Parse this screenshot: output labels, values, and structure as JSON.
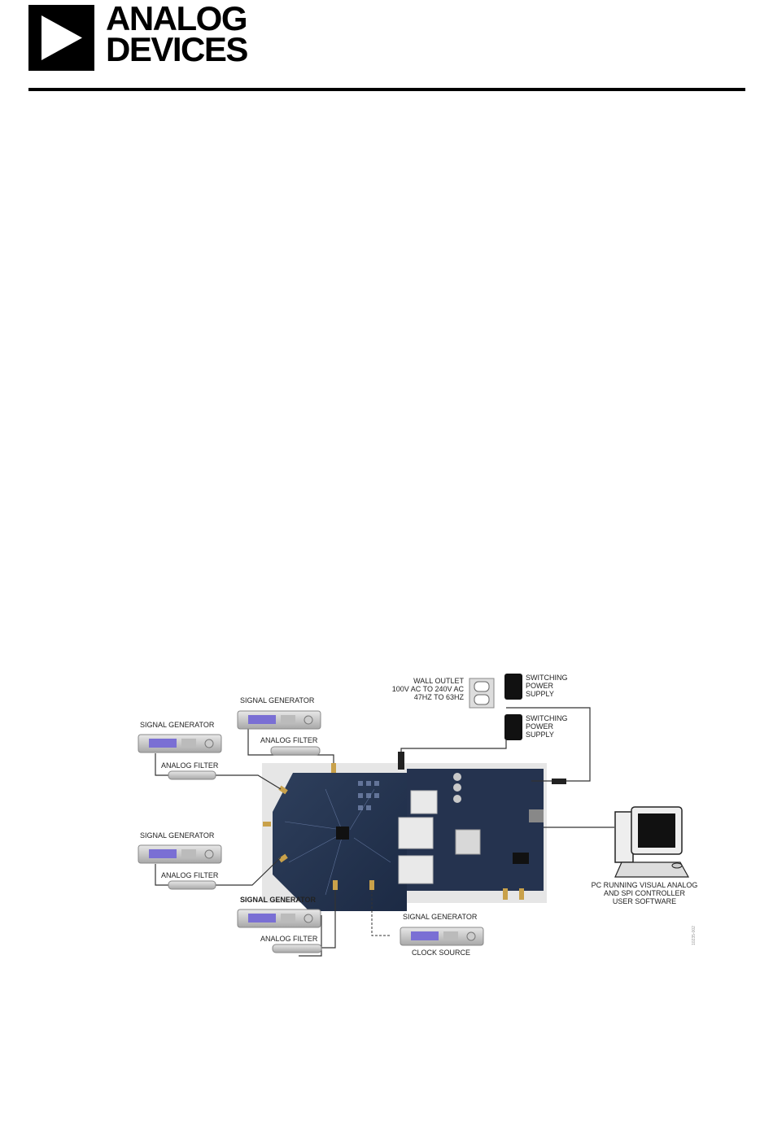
{
  "header": {
    "brand_line1": "ANALOG",
    "brand_line2": "DEVICES"
  },
  "figure": {
    "labels": {
      "wall_outlet": [
        "WALL OUTLET",
        "100V AC TO 240V AC",
        "47Hz TO 63Hz"
      ],
      "psu1": [
        "SWITCHING",
        "POWER",
        "SUPPLY"
      ],
      "psu2": [
        "SWITCHING",
        "POWER",
        "SUPPLY"
      ],
      "sg_top_mid": "SIGNAL GENERATOR",
      "af_top_mid": "ANALOG FILTER",
      "sg_top_left": "SIGNAL GENERATOR",
      "af_top_left": "ANALOG FILTER",
      "sg_mid_left": "SIGNAL GENERATOR",
      "af_mid_left": "ANALOG FILTER",
      "sg_bottom": "SIGNAL GENERATOR",
      "af_bottom": "ANALOG FILTER",
      "sg_clock": "SIGNAL GENERATOR",
      "clock_source": "CLOCK SOURCE",
      "pc": [
        "PC RUNNING VISUAL ANALOG",
        "AND SPI CONTROLLER",
        "USER SOFTWARE"
      ],
      "figure_id": "10235-002"
    }
  }
}
